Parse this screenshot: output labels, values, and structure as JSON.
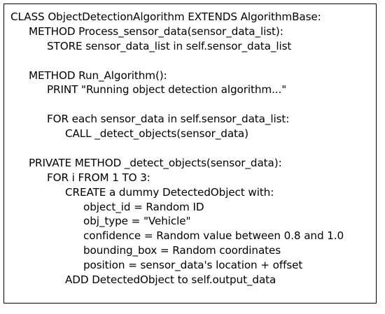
{
  "code": {
    "lines": [
      {
        "text": "CLASS ObjectDetectionAlgorithm EXTENDS AlgorithmBase:",
        "indent": 0
      },
      {
        "text": "METHOD Process_sensor_data(sensor_data_list):",
        "indent": 1
      },
      {
        "text": "STORE sensor_data_list in self.sensor_data_list",
        "indent": 2
      },
      {
        "text": "",
        "indent": 0
      },
      {
        "text": "METHOD Run_Algorithm():",
        "indent": 1
      },
      {
        "text": "PRINT \"Running object detection algorithm...\"",
        "indent": 2
      },
      {
        "text": "",
        "indent": 0
      },
      {
        "text": "FOR each sensor_data in self.sensor_data_list:",
        "indent": 2
      },
      {
        "text": "CALL _detect_objects(sensor_data)",
        "indent": 3
      },
      {
        "text": "",
        "indent": 0
      },
      {
        "text": "PRIVATE METHOD _detect_objects(sensor_data):",
        "indent": 1
      },
      {
        "text": "FOR i FROM 1 TO 3:",
        "indent": 2
      },
      {
        "text": "CREATE a dummy DetectedObject with:",
        "indent": 3
      },
      {
        "text": "object_id = Random ID",
        "indent": 4
      },
      {
        "text": "obj_type = \"Vehicle\"",
        "indent": 4
      },
      {
        "text": "confidence = Random value between 0.8 and 1.0",
        "indent": 4
      },
      {
        "text": "bounding_box = Random coordinates",
        "indent": 4
      },
      {
        "text": "position = sensor_data's location + offset",
        "indent": 4
      },
      {
        "text": "ADD DetectedObject to self.output_data",
        "indent": 3
      }
    ]
  }
}
